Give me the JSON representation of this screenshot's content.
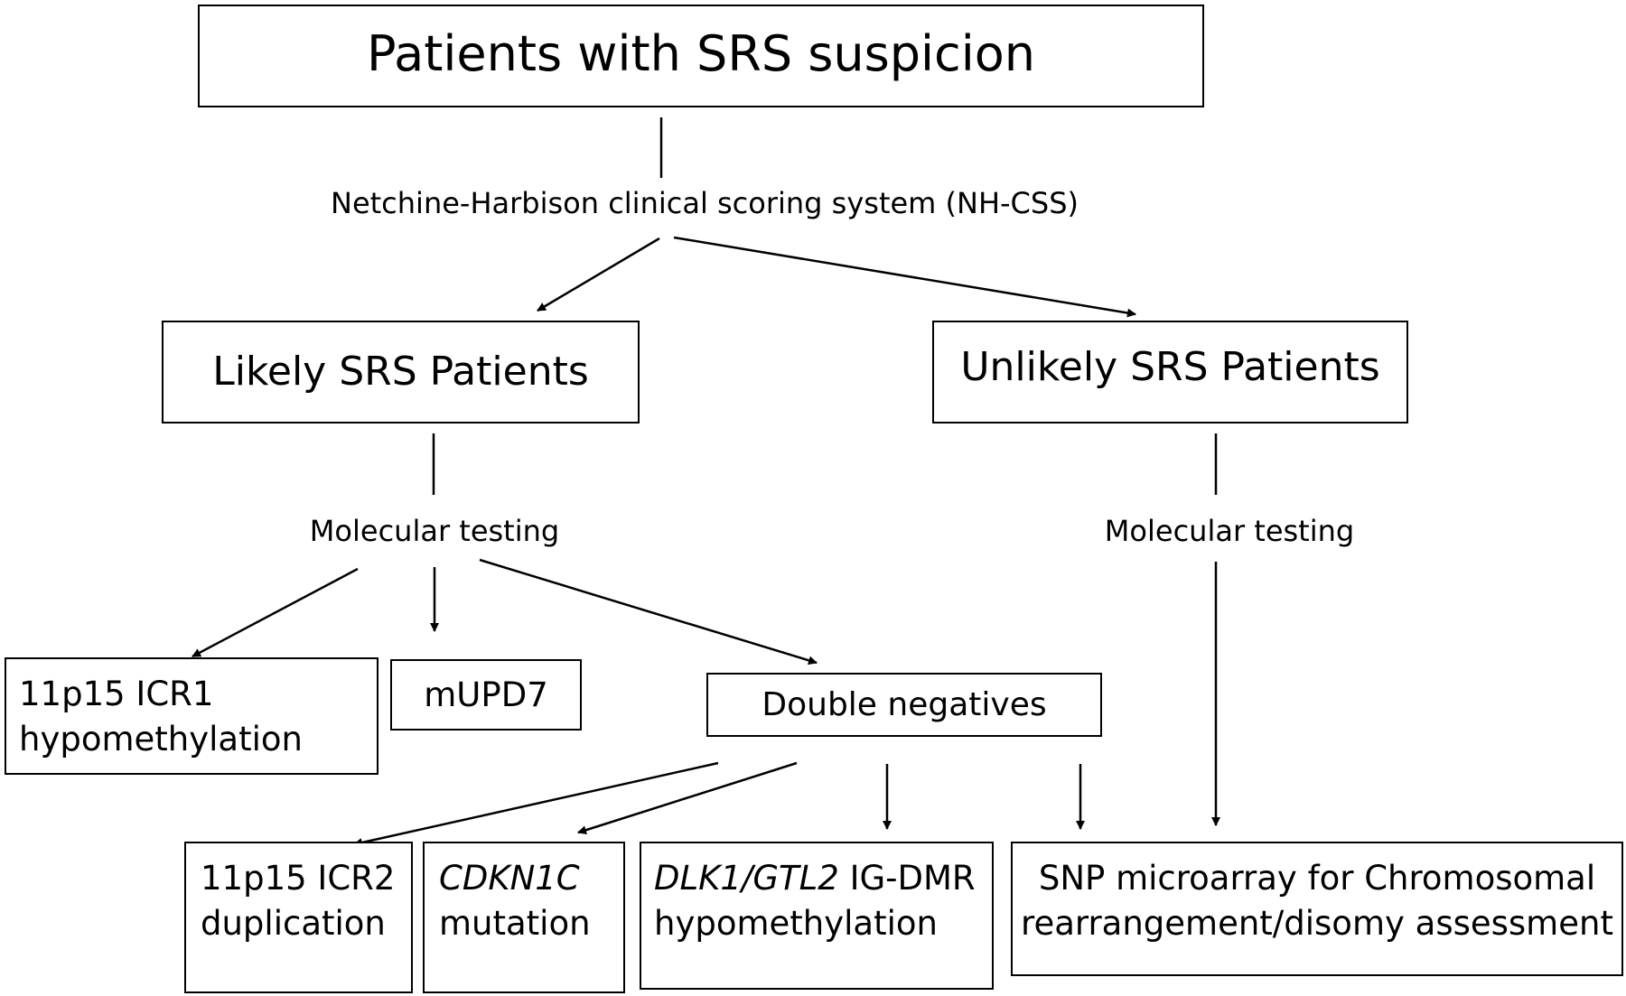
{
  "nodes": {
    "root": {
      "text": "Patients with SRS suspicion"
    },
    "scoring": {
      "text": "Netchine-Harbison clinical scoring system (NH-CSS)"
    },
    "likely": {
      "text": "Likely SRS Patients"
    },
    "unlikely": {
      "text": "Unlikely SRS Patients"
    },
    "mol_left": {
      "text": "Molecular  testing"
    },
    "mol_right": {
      "text": "Molecular testing"
    },
    "icr1": {
      "line1": "11p15 ICR1",
      "line2": "hypomethylation"
    },
    "mupd7": {
      "text": "mUPD7"
    },
    "double_neg": {
      "text": "Double negatives"
    },
    "icr2": {
      "line1": "11p15 ICR2",
      "line2": "duplication"
    },
    "cdkn1c": {
      "gene": "CDKN1C",
      "line2": "mutation"
    },
    "dlk1": {
      "gene": "DLK1/GTL2",
      "suffix": " IG-DMR",
      "line2": "hypomethylation"
    },
    "snp": {
      "line1": "SNP microarray for Chromosomal",
      "line2": "rearrangement/disomy assessment"
    }
  },
  "colors": {
    "stroke": "#000000",
    "background": "#ffffff",
    "text": "#000000"
  }
}
